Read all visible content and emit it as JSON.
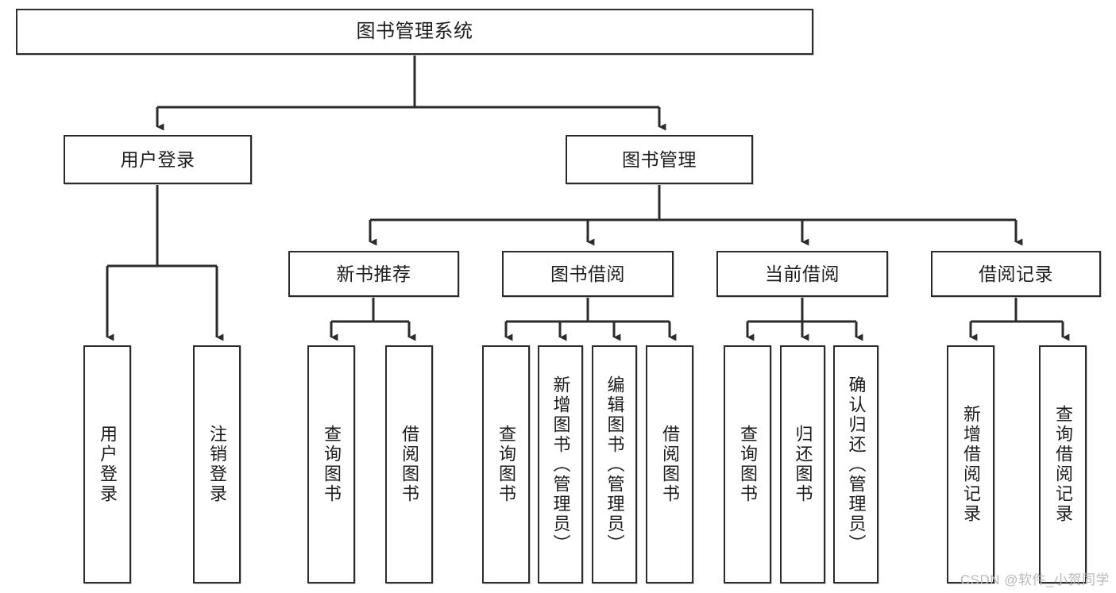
{
  "diagram": {
    "type": "tree",
    "title": "图书管理系统",
    "watermark": "CSDN @软件_小贺同学",
    "colors": {
      "background": "#ffffff",
      "box_border": "#2b2b2b",
      "box_fill": "#ffffff",
      "connector": "#2b2b2b",
      "text": "#1d1d1d",
      "watermark": "#b9b9b9"
    },
    "nodes": {
      "root": {
        "label": "图书管理系统"
      },
      "level2": [
        {
          "label": "用户登录"
        },
        {
          "label": "图书管理"
        }
      ],
      "level3": [
        {
          "label": "新书推荐"
        },
        {
          "label": "图书借阅"
        },
        {
          "label": "当前借阅"
        },
        {
          "label": "借阅记录"
        }
      ],
      "leaves": {
        "user_login": [
          {
            "label": "用户登录"
          },
          {
            "label": "注销登录"
          }
        ],
        "new_book_recommend": [
          {
            "label": "查询图书"
          },
          {
            "label": "借阅图书"
          }
        ],
        "book_borrow": [
          {
            "label": "查询图书"
          },
          {
            "label": "新增图书（管理员）"
          },
          {
            "label": "编辑图书（管理员）"
          },
          {
            "label": "借阅图书"
          }
        ],
        "current_borrow": [
          {
            "label": "查询图书"
          },
          {
            "label": "归还图书"
          },
          {
            "label": "确认归还（管理员）"
          }
        ],
        "borrow_record": [
          {
            "label": "新增借阅记录"
          },
          {
            "label": "查询借阅记录"
          }
        ]
      }
    }
  }
}
